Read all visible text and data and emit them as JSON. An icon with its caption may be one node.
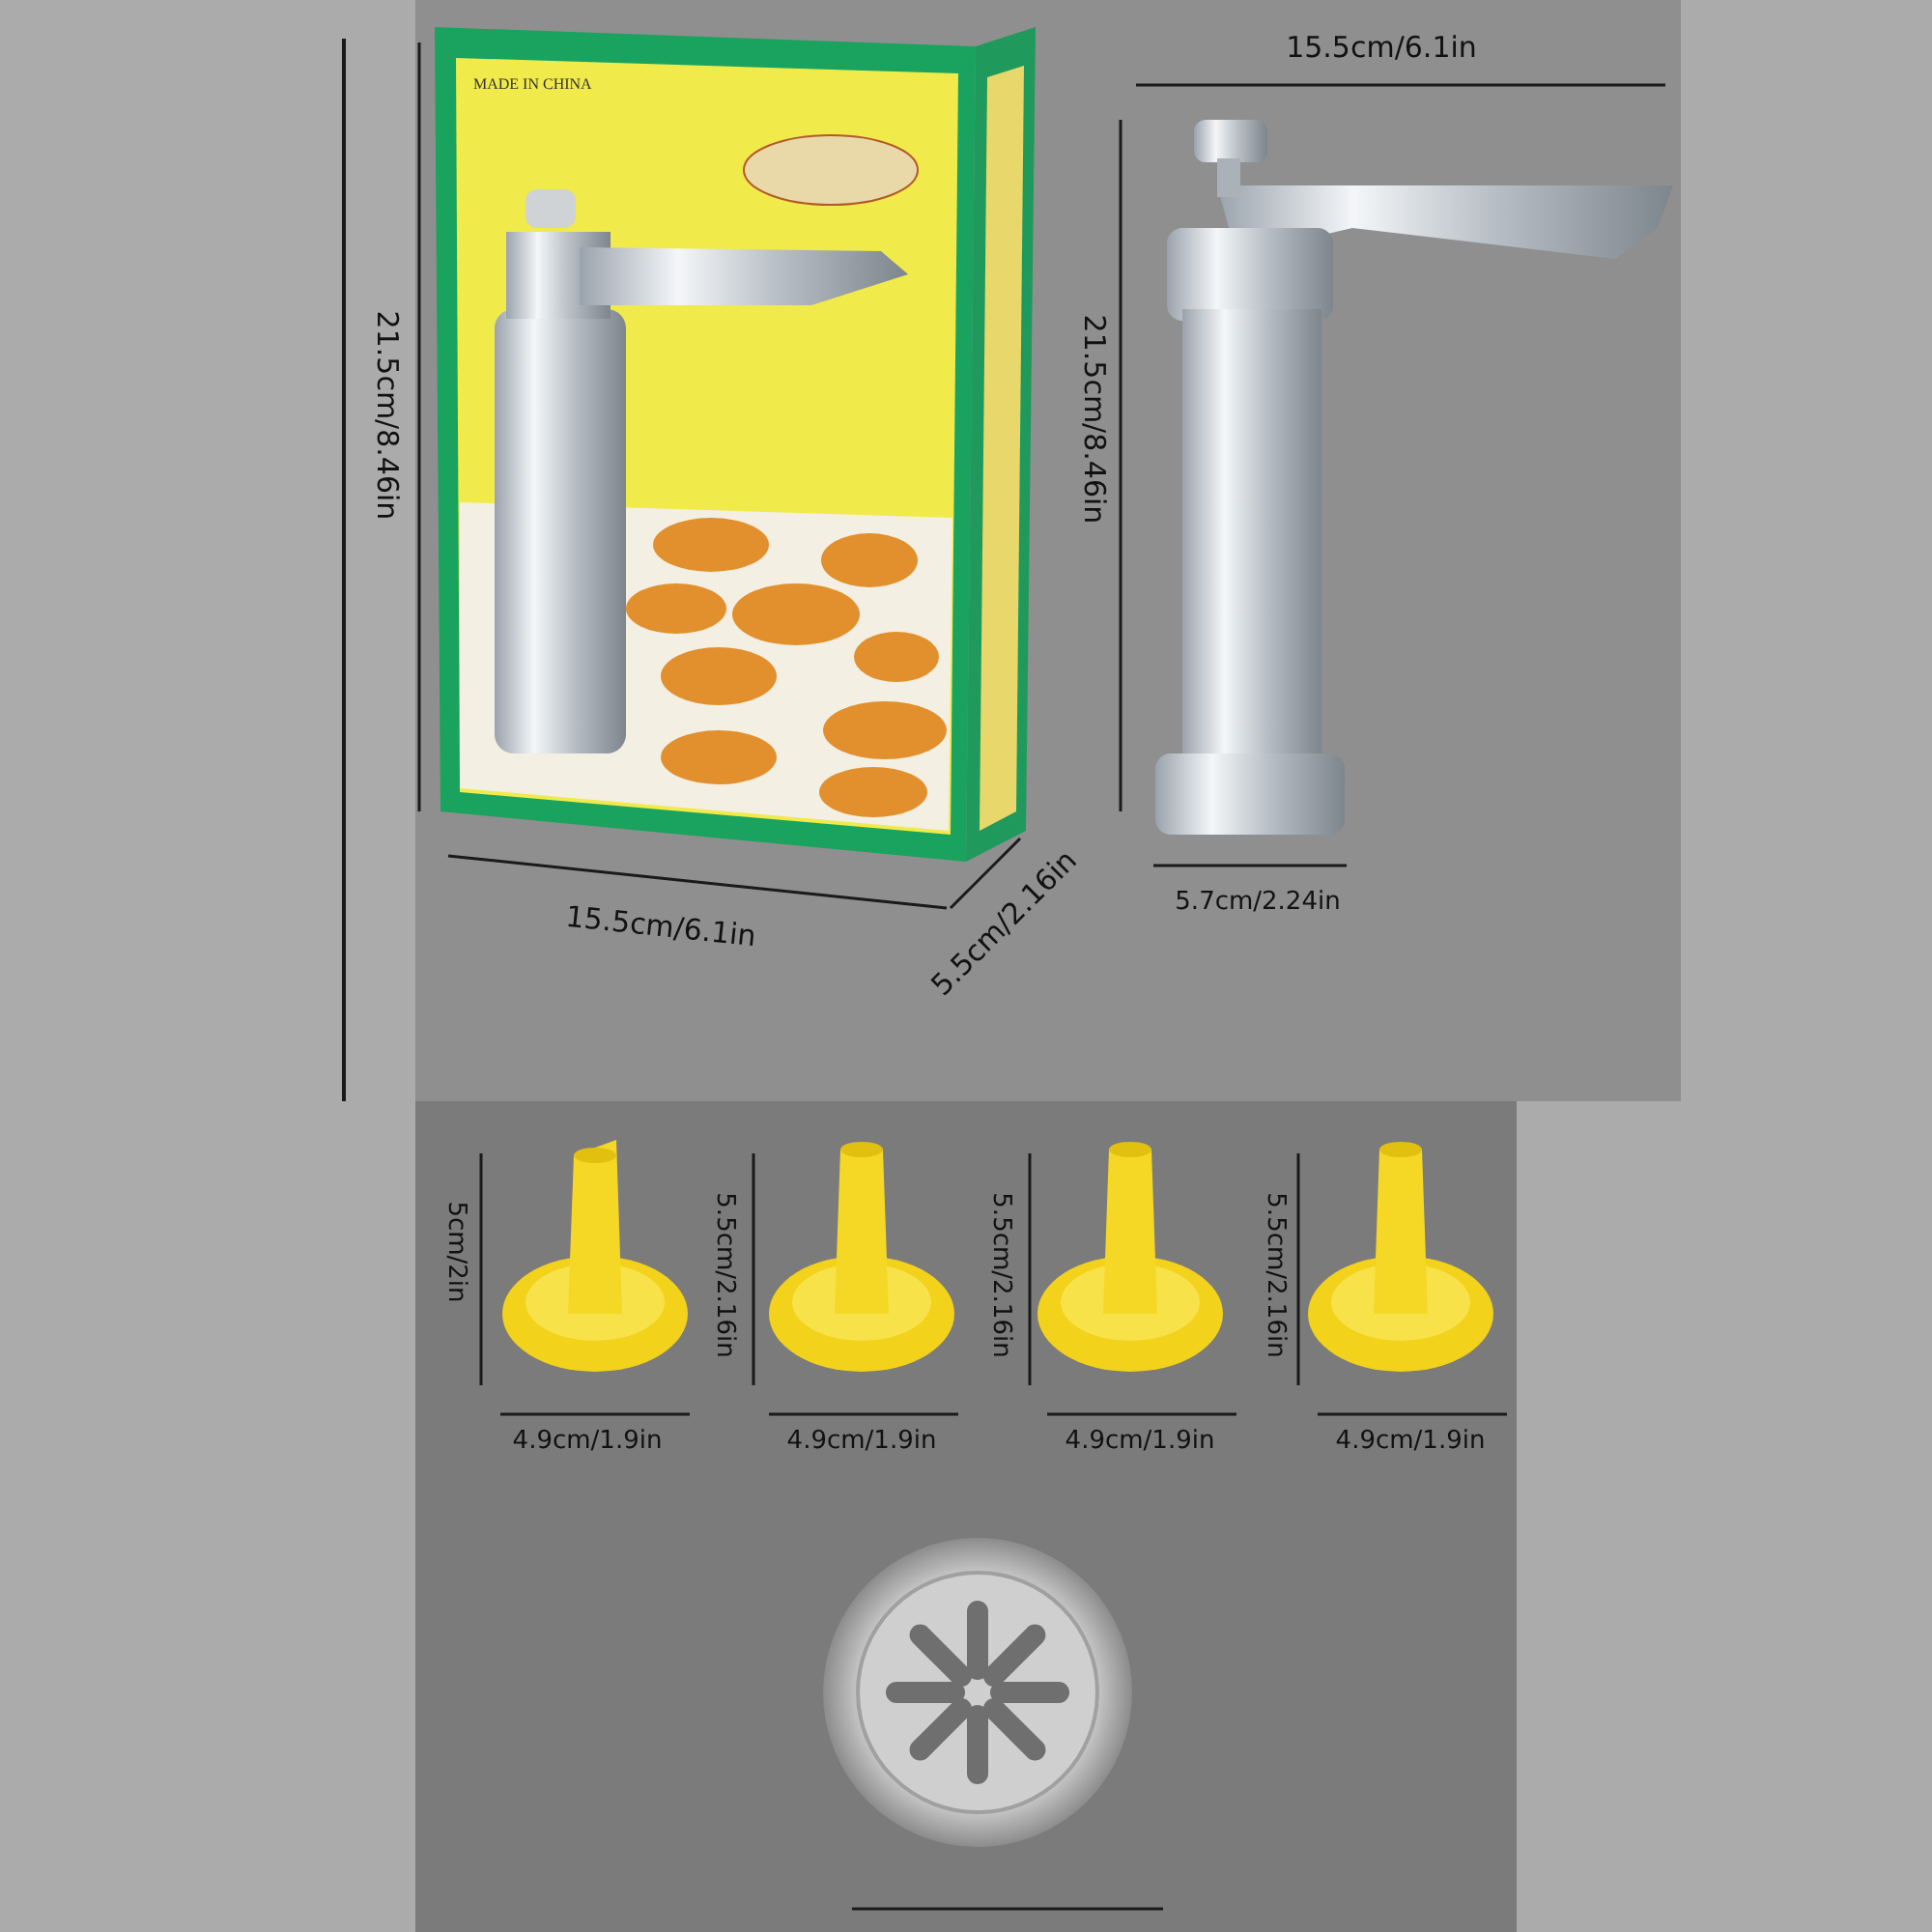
{
  "diagram": {
    "labels": [
      "MADE IN CHINA",
      "15.5cm/6.1in",
      "21.5cm/8.46in",
      "21.5cm/8.46in",
      "15.5cm/6.1in",
      "5.5cm/2.16in",
      "5.7cm/2.24in",
      "5cm/2in",
      "5.5cm/2.16in",
      "5.5cm/2.16in",
      "5.5cm/2.16in",
      "4.9cm/1.9in",
      "4.9cm/1.9in",
      "4.9cm/1.9in",
      "4.9cm/1.9in"
    ]
  }
}
